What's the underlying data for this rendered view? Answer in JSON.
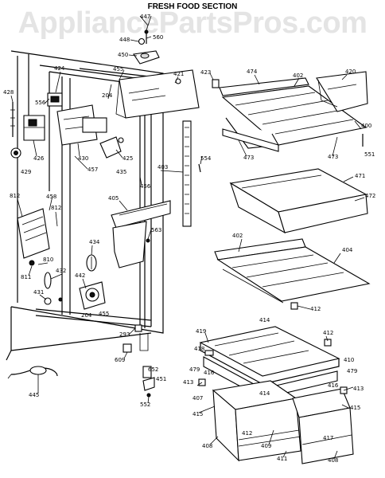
{
  "watermark": "AppliancePartsPros.com",
  "title": "FRESH FOOD SECTION",
  "part_numbers": {
    "p447": "447",
    "p560": "560",
    "p448": "448",
    "p450": "450",
    "p455a": "455",
    "p421": "421",
    "p423": "423",
    "p474": "474",
    "p402a": "402",
    "p420": "420",
    "p424": "424",
    "p428": "428",
    "p556": "556",
    "p204a": "204",
    "p400": "400",
    "p551": "551",
    "p473a": "473",
    "p473b": "473",
    "p426": "426",
    "p430": "430",
    "p425": "425",
    "p429": "429",
    "p457": "457",
    "p435": "435",
    "p403": "403",
    "p554": "554",
    "p456": "456",
    "p471": "471",
    "p472": "472",
    "p812a": "812",
    "p458": "458",
    "p812b": "812",
    "p405": "405",
    "p563": "563",
    "p402b": "402",
    "p404": "404",
    "p434": "434",
    "p810": "810",
    "p811": "811",
    "p432": "432",
    "p442": "442",
    "p431": "431",
    "p412a": "412",
    "p204b": "204",
    "p455b": "455",
    "p293": "293",
    "p419": "419",
    "p414a": "414",
    "p412b": "412",
    "p609": "609",
    "p418": "418",
    "p410": "410",
    "p479a": "479",
    "p479b": "479",
    "p416a": "416",
    "p652": "652",
    "p451": "451",
    "p413a": "413",
    "p416b": "416",
    "p413b": "413",
    "p414b": "414",
    "p407": "407",
    "p445": "445",
    "p552": "552",
    "p415a": "415",
    "p415b": "415",
    "p412c": "412",
    "p417": "417",
    "p408a": "408",
    "p409": "409",
    "p411": "411",
    "p408b": "408"
  }
}
